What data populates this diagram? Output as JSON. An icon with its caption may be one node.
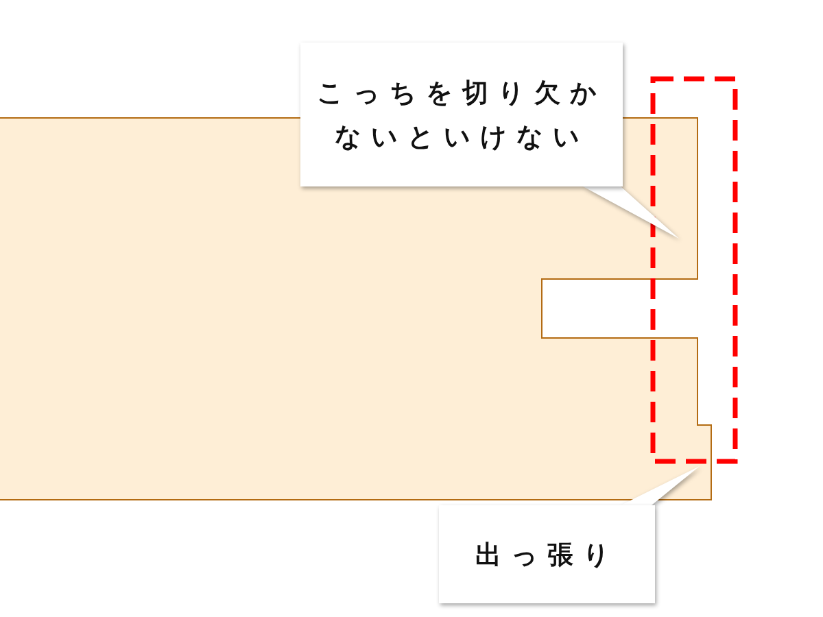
{
  "diagram": {
    "nodes": [
      {
        "text": [],
        "shape": "box"
      },
      {
        "text": [
          "こっちを切り欠かないといけない"
        ]
      },
      {
        "text": [
          "出っ張り"
        ]
      }
    ],
    "edges": [
      {
        "from": 1,
        "to": 0,
        "arrow": "none"
      },
      {
        "from": 2,
        "to": 0,
        "arrow": "none"
      }
    ]
  }
}
